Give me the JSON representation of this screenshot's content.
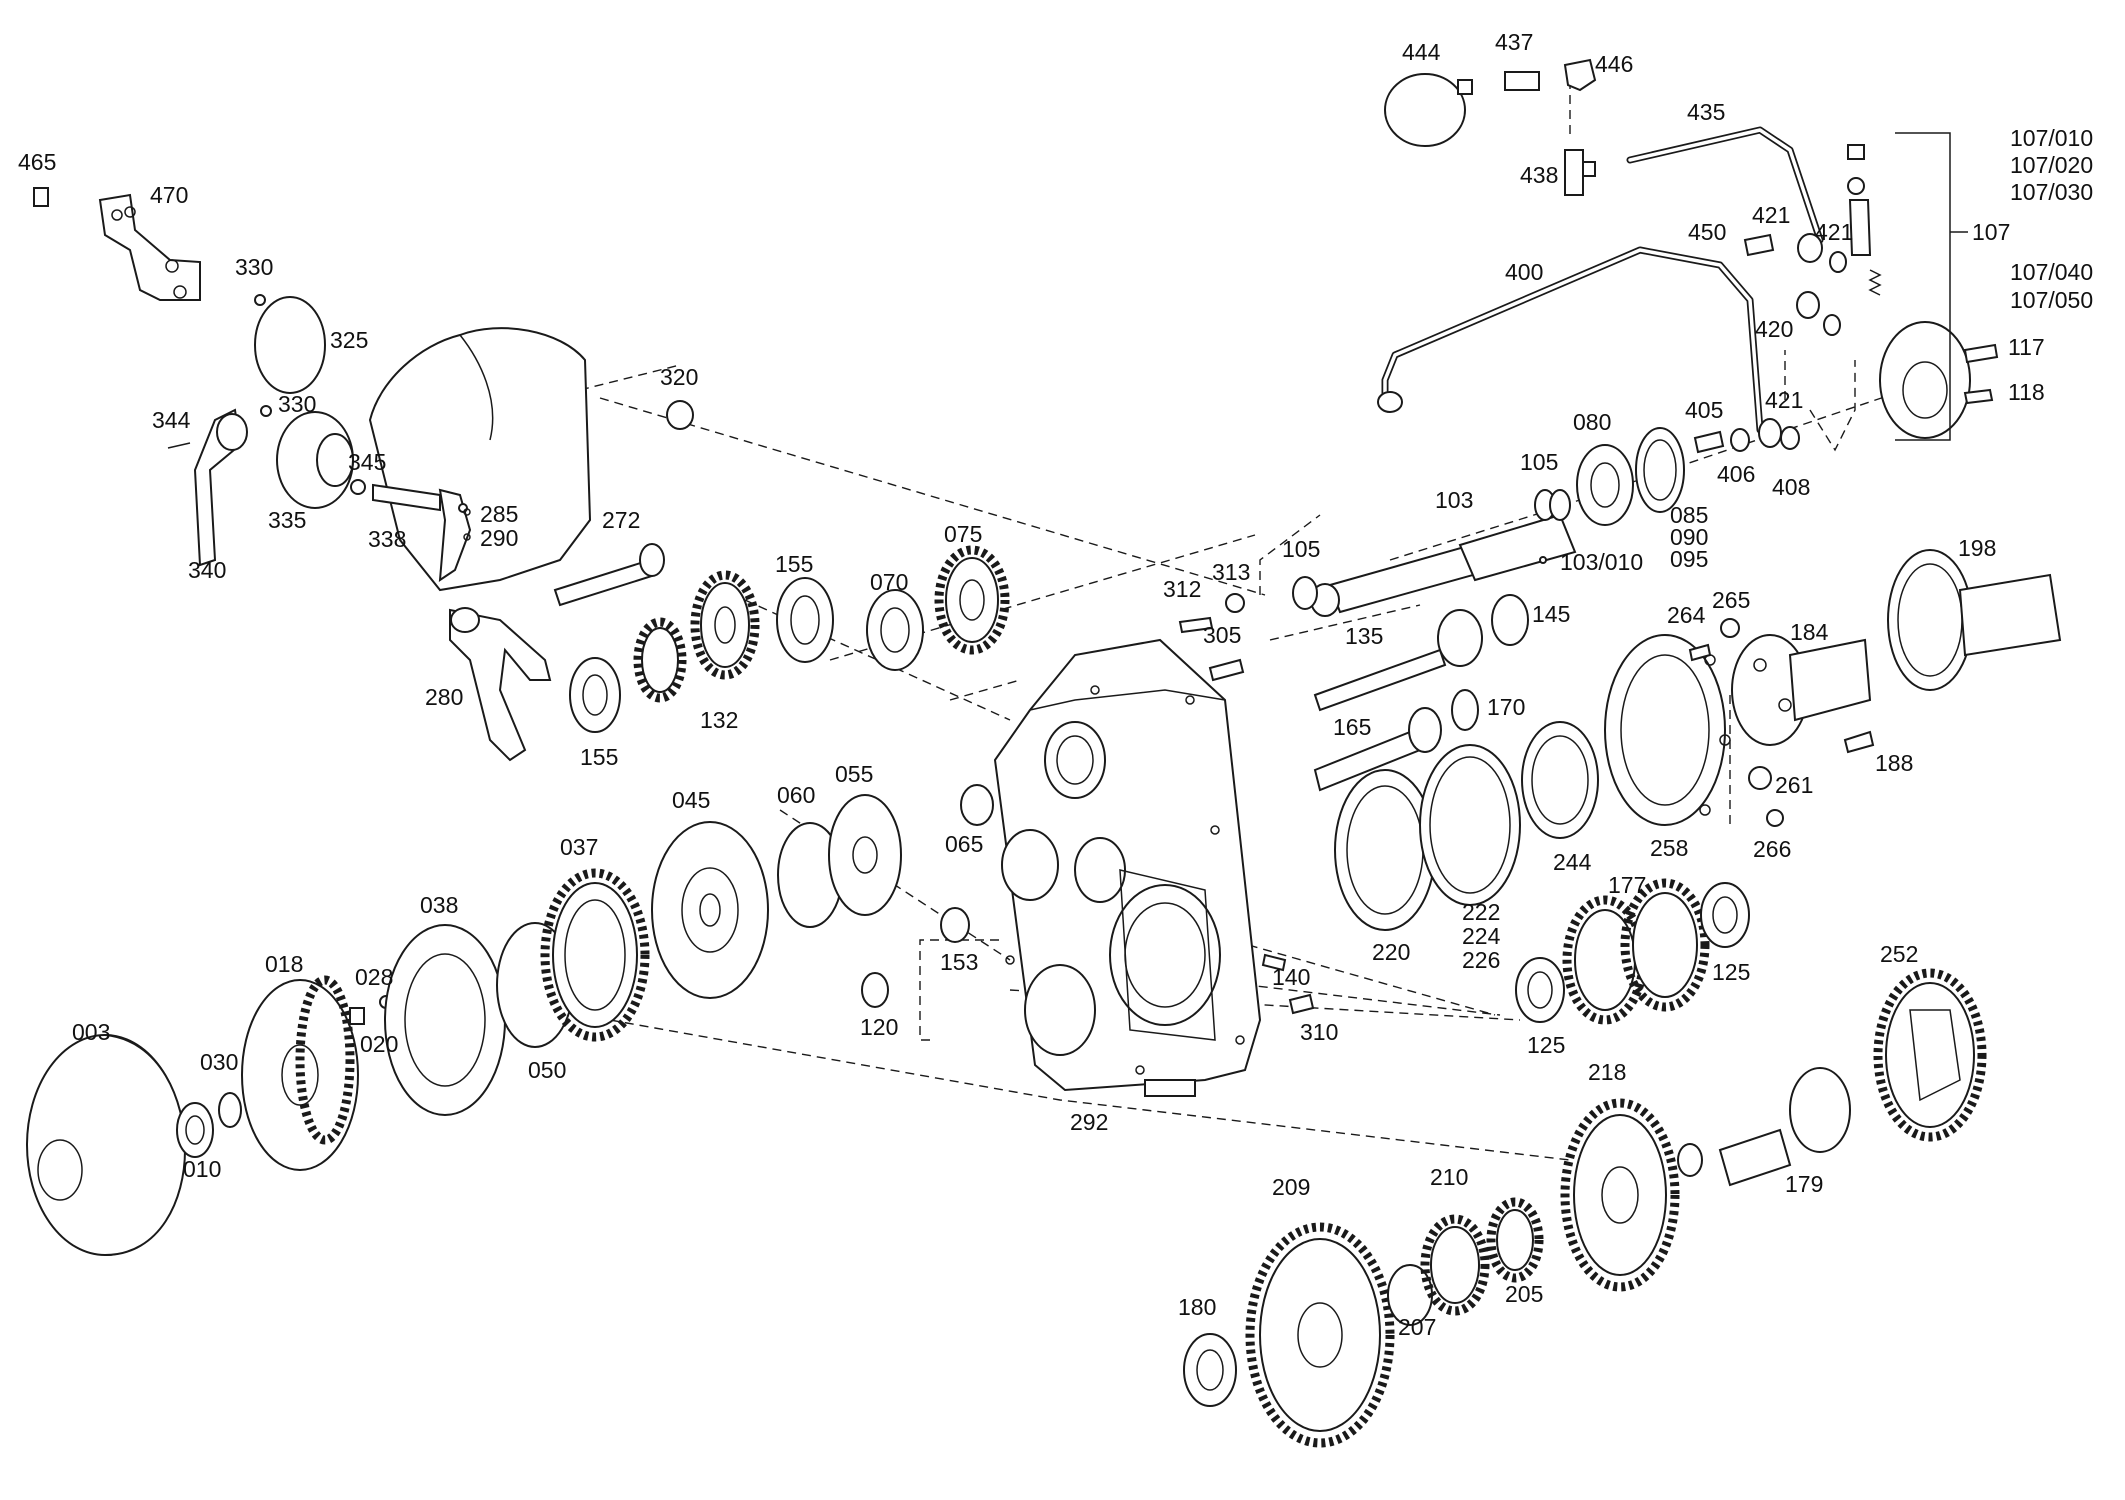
{
  "labels": {
    "p003": "003",
    "p010": "010",
    "p018": "018",
    "p020": "020",
    "p028": "028",
    "p030": "030",
    "p037": "037",
    "p038": "038",
    "p045": "045",
    "p050": "050",
    "p055": "055",
    "p060": "060",
    "p065": "065",
    "p070": "070",
    "p075": "075",
    "p080": "080",
    "p085": "085",
    "p090": "090",
    "p095": "095",
    "p103": "103",
    "p103_010": "103/010",
    "p105a": "105",
    "p105b": "105",
    "p107": "107",
    "p107_010": "107/010",
    "p107_020": "107/020",
    "p107_030": "107/030",
    "p107_040": "107/040",
    "p107_050": "107/050",
    "p117": "117",
    "p118": "118",
    "p120": "120",
    "p125a": "125",
    "p125b": "125",
    "p132": "132",
    "p135": "135",
    "p140": "140",
    "p145": "145",
    "p153": "153",
    "p155a": "155",
    "p155b": "155",
    "p165": "165",
    "p170": "170",
    "p177": "177",
    "p179": "179",
    "p180": "180",
    "p184": "184",
    "p188": "188",
    "p198": "198",
    "p205": "205",
    "p207": "207",
    "p209": "209",
    "p210": "210",
    "p218": "218",
    "p220": "220",
    "p222": "222",
    "p224": "224",
    "p226": "226",
    "p244": "244",
    "p252": "252",
    "p258": "258",
    "p261": "261",
    "p264": "264",
    "p265": "265",
    "p266": "266",
    "p272": "272",
    "p280": "280",
    "p285": "285",
    "p290": "290",
    "p292": "292",
    "p305": "305",
    "p310": "310",
    "p312": "312",
    "p313": "313",
    "p320": "320",
    "p325": "325",
    "p330a": "330",
    "p330b": "330",
    "p335": "335",
    "p338": "338",
    "p340": "340",
    "p344": "344",
    "p345": "345",
    "p400": "400",
    "p405": "405",
    "p406": "406",
    "p408": "408",
    "p420": "420",
    "p421a": "421",
    "p421b": "421",
    "p421c": "421",
    "p435": "435",
    "p437": "437",
    "p438": "438",
    "p444": "444",
    "p446": "446",
    "p450": "450",
    "p465": "465",
    "p470": "470"
  }
}
